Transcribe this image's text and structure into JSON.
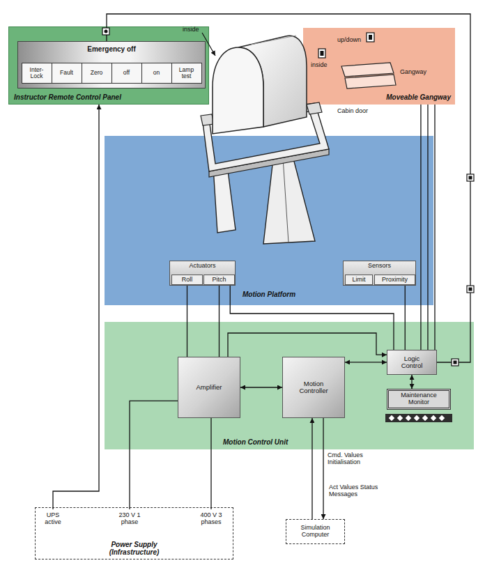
{
  "diagram": {
    "nodes": [
      {
        "text": [
          "Instructor Remote Control Panel"
        ]
      },
      {
        "text": [
          "Emergency off"
        ],
        "in": 0
      },
      {
        "text": [
          "Inter-Lock"
        ],
        "in": 1
      },
      {
        "text": [
          "Fault"
        ],
        "in": 1
      },
      {
        "text": [
          "Zero"
        ],
        "in": 1
      },
      {
        "text": [
          "off"
        ],
        "in": 1
      },
      {
        "text": [
          "on"
        ],
        "in": 1
      },
      {
        "text": [
          "Lamp test"
        ],
        "in": 1
      },
      {
        "text": [
          "Moveable Gangway"
        ]
      },
      {
        "text": [
          "Motion Platform"
        ]
      },
      {
        "text": [
          "Actuators"
        ],
        "in": 9
      },
      {
        "text": [
          "Roll"
        ],
        "in": 10
      },
      {
        "text": [
          "Pitch"
        ],
        "in": 10
      },
      {
        "text": [
          "Sensors"
        ],
        "in": 9
      },
      {
        "text": [
          "Limit"
        ],
        "in": 13
      },
      {
        "text": [
          "Proximity"
        ],
        "in": 13
      },
      {
        "text": [
          "Motion Control Unit"
        ]
      },
      {
        "text": [
          "Amplifier"
        ],
        "in": 16
      },
      {
        "text": [
          "Motion Controller"
        ],
        "in": 16
      },
      {
        "text": [
          "Logic Control"
        ],
        "in": 16
      },
      {
        "text": [
          "Maintenance Monitor"
        ],
        "in": 16
      },
      {
        "text": [
          "Power Supply (Infrastructure)"
        ]
      },
      {
        "text": [
          "UPS active"
        ],
        "in": 21
      },
      {
        "text": [
          "230 V 1 phase"
        ],
        "in": 21
      },
      {
        "text": [
          "400 V 3 phases"
        ],
        "in": 21
      },
      {
        "text": [
          "Simulation Computer"
        ]
      }
    ],
    "edges": [
      {
        "from": 1,
        "to": 19,
        "arrow": "none"
      },
      {
        "from": 8,
        "to": 19,
        "arrow": "none"
      },
      {
        "from": 8,
        "to": 19,
        "arrow": "none"
      },
      {
        "from": 8,
        "to": 19,
        "arrow": "none"
      },
      {
        "from": 11,
        "to": 17,
        "arrow": "none"
      },
      {
        "from": 12,
        "to": 17,
        "arrow": "none"
      },
      {
        "from": 12,
        "to": 19,
        "arrow": "none"
      },
      {
        "from": 15,
        "to": 19,
        "arrow": "none"
      },
      {
        "from": 17,
        "to": 18,
        "arrow": "both"
      },
      {
        "from": 18,
        "to": 19,
        "arrow": "both"
      },
      {
        "from": 19,
        "to": 20,
        "arrow": "both"
      },
      {
        "from": 17,
        "to": 19,
        "arrow": "to"
      },
      {
        "from": 25,
        "to": 18,
        "label": "Cmd. Values Initialisation",
        "arrow": "to"
      },
      {
        "from": 18,
        "to": 25,
        "label": "Act Values Status Messages",
        "arrow": "to"
      },
      {
        "from": 22,
        "to": 0,
        "arrow": "to"
      },
      {
        "from": 23,
        "to": 17,
        "arrow": "none"
      },
      {
        "from": 24,
        "to": 17,
        "arrow": "none"
      }
    ],
    "labels": [
      "inside",
      "inside",
      "up/down",
      "Gangway",
      "Cabin door"
    ]
  }
}
